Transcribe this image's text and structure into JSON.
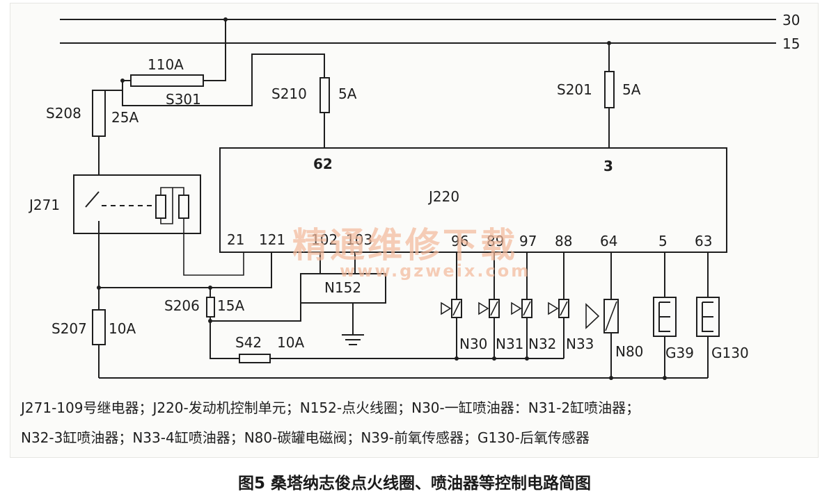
{
  "rails": {
    "r30": "30",
    "r15": "15"
  },
  "fuses": {
    "s301": {
      "name": "S301",
      "rating": "110A"
    },
    "s208": {
      "name": "S208",
      "rating": "25A"
    },
    "s210": {
      "name": "S210",
      "rating": "5A"
    },
    "s201": {
      "name": "S201",
      "rating": "5A"
    },
    "s206": {
      "name": "S206",
      "rating": "15A"
    },
    "s207": {
      "name": "S207",
      "rating": "10A"
    },
    "s42": {
      "name": "S42",
      "rating": "10A"
    }
  },
  "relay": {
    "name": "J271"
  },
  "ecu": {
    "name": "J220",
    "pins": {
      "p62": "62",
      "p3": "3",
      "p21": "21",
      "p121": "121",
      "p102": "102",
      "p103": "103",
      "p96": "96",
      "p89": "89",
      "p97": "97",
      "p88": "88",
      "p64": "64",
      "p5": "5",
      "p63": "63"
    }
  },
  "coil": {
    "name": "N152"
  },
  "injectors": [
    "N30",
    "N31",
    "N32",
    "N33"
  ],
  "valve": {
    "name": "N80"
  },
  "sensors": [
    "G39",
    "G130"
  ],
  "watermark": {
    "cn": "精通维修下载",
    "url": "www.gzweix.com"
  },
  "legend": {
    "line1": "J271-109号继电器；J220-发动机控制单元；N152-点火线圈；N30-一缸喷油器：N31-2缸喷油器；",
    "line2": "N32-3缸喷油器；N33-4缸喷油器；N80-碳罐电磁阀；N39-前氧传感器；G130-后氧传感器"
  },
  "caption": "图5 桑塔纳志俊点火线圈、喷油器等控制电路简图"
}
